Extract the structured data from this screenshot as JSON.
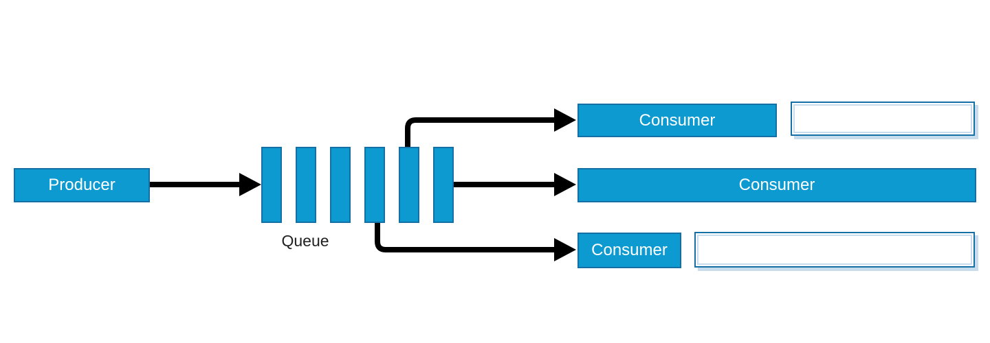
{
  "diagram": {
    "producer": {
      "label": "Producer"
    },
    "queue": {
      "label": "Queue",
      "slot_count": 6
    },
    "consumers": [
      {
        "label": "Consumer",
        "position": "top",
        "has_attached_empty_box": true
      },
      {
        "label": "Consumer",
        "position": "middle",
        "has_attached_empty_box": false
      },
      {
        "label": "Consumer",
        "position": "bottom",
        "has_attached_empty_box": true
      }
    ]
  },
  "colors": {
    "fill": "#0d9ad1",
    "stroke": "#1470a4",
    "light": "#c7dcec",
    "connector": "#000000",
    "text_on_fill": "#ffffff",
    "label_text": "#202020"
  }
}
